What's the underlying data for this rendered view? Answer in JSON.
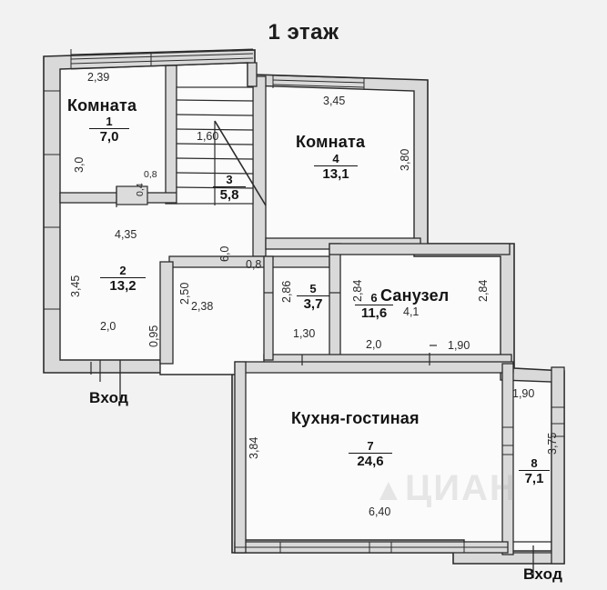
{
  "title": "1 этаж",
  "watermark": {
    "text": "ЦИАН",
    "mark": "▲"
  },
  "rooms": [
    {
      "id": "room1",
      "name": "Комната",
      "number": "1",
      "area": "7,0"
    },
    {
      "id": "room2",
      "name": "",
      "number": "2",
      "area": "13,2"
    },
    {
      "id": "room3",
      "name": "",
      "number": "3",
      "area": "5,8"
    },
    {
      "id": "room4",
      "name": "Комната",
      "number": "4",
      "area": "13,1"
    },
    {
      "id": "room5",
      "name": "",
      "number": "5",
      "area": "3,7"
    },
    {
      "id": "room6",
      "name": "Санузел",
      "number": "6",
      "area": "11,6"
    },
    {
      "id": "room7",
      "name": "Кухня-гостиная",
      "number": "7",
      "area": "24,6"
    },
    {
      "id": "room8",
      "name": "",
      "number": "8",
      "area": "7,1"
    }
  ],
  "dimensions": {
    "d_2_39": "2,39",
    "d_3_0": "3,0",
    "d_0_8_room1": "0,8",
    "d_0_4_room1": "0,4",
    "d_1_60": "1,60",
    "d_3_45_top": "3,45",
    "d_3_80": "3,80",
    "d_4_35": "4,35",
    "d_3_45_left": "3,45",
    "d_2_0_left": "2,0",
    "d_0_95": "0,95",
    "d_2_50": "2,50",
    "d_2_38": "2,38",
    "d_6_0": "6,0",
    "d_0_8_mid": "0,8",
    "d_2_86": "2,86",
    "d_1_30": "1,30",
    "d_2_84_left": "2,84",
    "d_4_1": "4,1",
    "d_2_0_bath": "2,0",
    "d_1_90_bath": "1,90",
    "d_2_84_right": "2,84",
    "d_3_84": "3,84",
    "d_6_40": "6,40",
    "d_1_90_r8": "1,90",
    "d_3_75": "3,75"
  },
  "entries": {
    "left": "Вход",
    "right": "Вход"
  },
  "colors": {
    "background": "#f2f2f2",
    "wall_fill": "#d9d9d9",
    "room_fill": "#fbfbfb",
    "stroke": "#222222",
    "text": "#141414"
  }
}
